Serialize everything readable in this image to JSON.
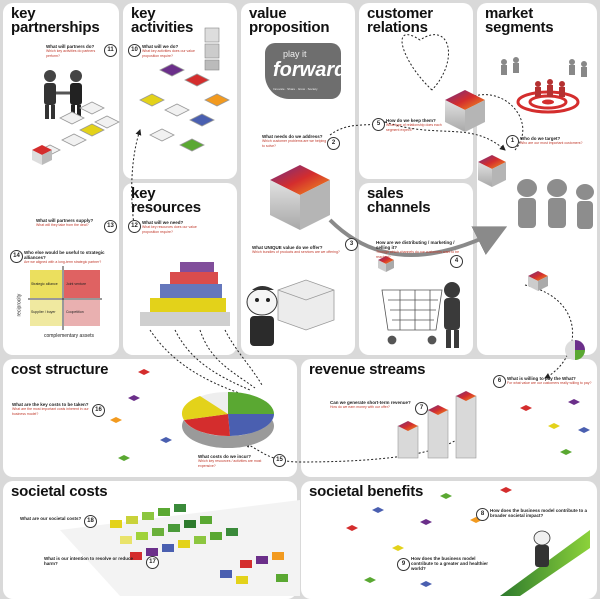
{
  "panels": {
    "key_partnerships": "key\npartnerships",
    "key_activities": "key\nactivities",
    "value_proposition": "value\nproposition",
    "customer_relations": "customer\nrelations",
    "market_segments": "market\nsegments",
    "key_resources": "key\nresources",
    "sales_channels": "sales\nchannels",
    "cost_structure": "cost structure",
    "revenue_streams": "revenue streams",
    "societal_costs": "societal costs",
    "societal_benefits": "societal benefits"
  },
  "logo": {
    "line1": "play it",
    "line2": "forward",
    "tagline": "Innovate · Share · Grow · Society"
  },
  "questions": {
    "q1": {
      "num": "1",
      "text": "Who do we target?",
      "sub": "Who are our most important customers?"
    },
    "q2": {
      "num": "2",
      "text": "What needs do we address?",
      "sub": "Which customer problems are we helping to solve?"
    },
    "q3": {
      "num": "3",
      "text": "What UNIQUE value do we offer?",
      "sub": "Which bundles of products and services are we offering?"
    },
    "q4": {
      "num": "4",
      "text": "How are we distributing / marketing / selling it?",
      "sub": "Through which channels do our customers want to be reached?"
    },
    "q5": {
      "num": "5",
      "text": "How do we keep them?",
      "sub": "What type of relationship does each segment expect?"
    },
    "q6": {
      "num": "6",
      "text": "What is willing to pay the What?",
      "sub": "For what value are our customers really willing to pay?"
    },
    "q7": {
      "num": "7",
      "text": "Can we generate short-term revenue?",
      "sub": "How do we earn money with our offer?"
    },
    "q8": {
      "num": "8",
      "text": "How does the business model contribute to a broader societal impact?",
      "sub": ""
    },
    "q9": {
      "num": "9",
      "text": "How does the business model contribute to a greater and healthier world?",
      "sub": ""
    },
    "q10": {
      "num": "10",
      "text": "What will we do?",
      "sub": "What key activities does our value proposition require?"
    },
    "q11": {
      "num": "11",
      "text": "What will partners do?",
      "sub": "Which key activities do partners perform?"
    },
    "q12": {
      "num": "12",
      "text": "What will we need?",
      "sub": "What key resources does our value proposition require?"
    },
    "q13": {
      "num": "13",
      "text": "What will partners supply?",
      "sub": "What will they take from the deal?"
    },
    "q14": {
      "num": "14",
      "text": "Who else would be useful to strategic alliances?",
      "sub": "Are we aligned with a long-term strategic partner?"
    },
    "q15": {
      "num": "15",
      "text": "What costs do we incur?",
      "sub": "Which key resources / activities are most expensive?"
    },
    "q16": {
      "num": "16",
      "text": "What are the key costs to be taken?",
      "sub": "What are the most important costs inherent in our business model?"
    },
    "q17": {
      "num": "17",
      "text": "What is our intention to resolve or reduce harm?",
      "sub": ""
    },
    "q18": {
      "num": "18",
      "text": "What are our societal costs?",
      "sub": ""
    }
  },
  "partner_matrix": {
    "xlabel": "complementary assets",
    "ylabel": "reciprocity",
    "cells": [
      "Strategic alliance",
      "Joint venture",
      "Supplier / buyer",
      "Coopetition"
    ]
  },
  "colors": {
    "background": "#d9d9d9",
    "panel": "#ffffff",
    "accent_purple": "#6b2f8a",
    "accent_red": "#d42d2d",
    "accent_orange": "#f29a1f",
    "accent_green": "#5aa832",
    "accent_yellow": "#e3d21a",
    "accent_blue": "#4a5fb0"
  },
  "icons": [
    "handshake-figures-icon",
    "stacked-cubes-icon",
    "heart-dotted-path-icon",
    "target-crowd-icon",
    "shopping-cart-icon",
    "figure-with-cube-icon",
    "pie-chart-icon",
    "bar-columns-icon",
    "climbing-figure-icon",
    "box-icon"
  ]
}
